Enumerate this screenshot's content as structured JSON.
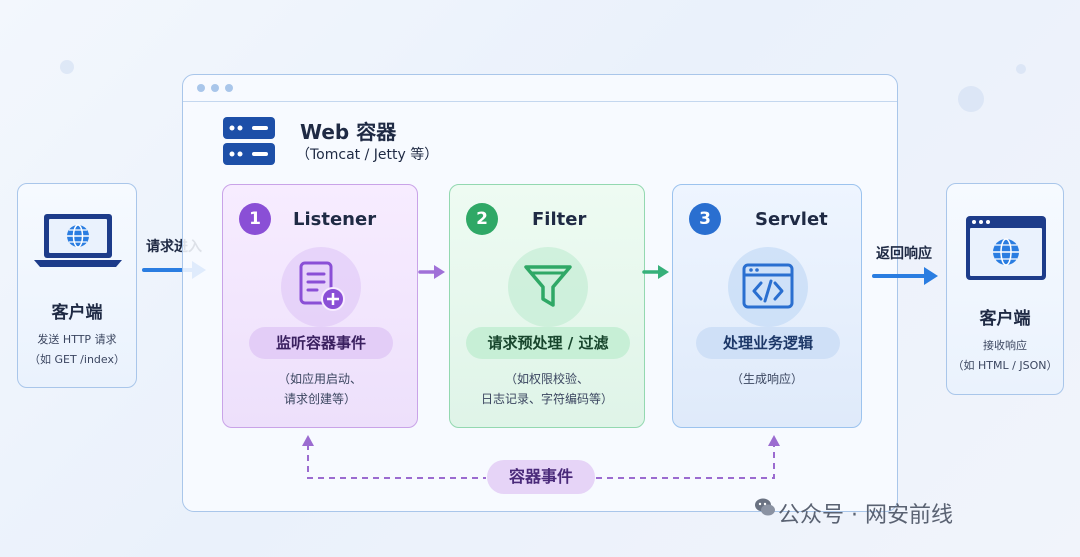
{
  "colors": {
    "listener": "#8a4fd6",
    "filter": "#2fa866",
    "servlet": "#2a6fd0",
    "border": "#a9c6ea",
    "arrow_blue": "#2a7de1",
    "event_dash": "#9b6bd0"
  },
  "client_left": {
    "title": "客户端",
    "line1": "发送 HTTP 请求",
    "line2": "（如 GET /index）",
    "icon": "laptop-globe-icon"
  },
  "client_right": {
    "title": "客户端",
    "line1": "接收响应",
    "line2": "（如 HTML / JSON）",
    "icon": "browser-globe-icon"
  },
  "arrows": {
    "request_label": "请求进入",
    "response_label": "返回响应"
  },
  "container": {
    "title": "Web 容器",
    "subtitle": "（Tomcat / Jetty 等）",
    "icon": "server-rack-icon"
  },
  "stages": [
    {
      "number": "1",
      "name": "Listener",
      "action": "监听容器事件",
      "desc1": "（如应用启动、",
      "desc2": "请求创建等）",
      "icon": "document-plus-icon"
    },
    {
      "number": "2",
      "name": "Filter",
      "action": "请求预处理 / 过滤",
      "desc1": "（如权限校验、",
      "desc2": "日志记录、字符编码等）",
      "icon": "funnel-icon"
    },
    {
      "number": "3",
      "name": "Servlet",
      "action": "处理业务逻辑",
      "desc1": "（生成响应）",
      "desc2": "",
      "icon": "code-window-icon"
    }
  ],
  "event": {
    "label": "容器事件"
  },
  "watermark": {
    "text": "公众号 · 网安前线",
    "icon": "wechat-icon"
  }
}
